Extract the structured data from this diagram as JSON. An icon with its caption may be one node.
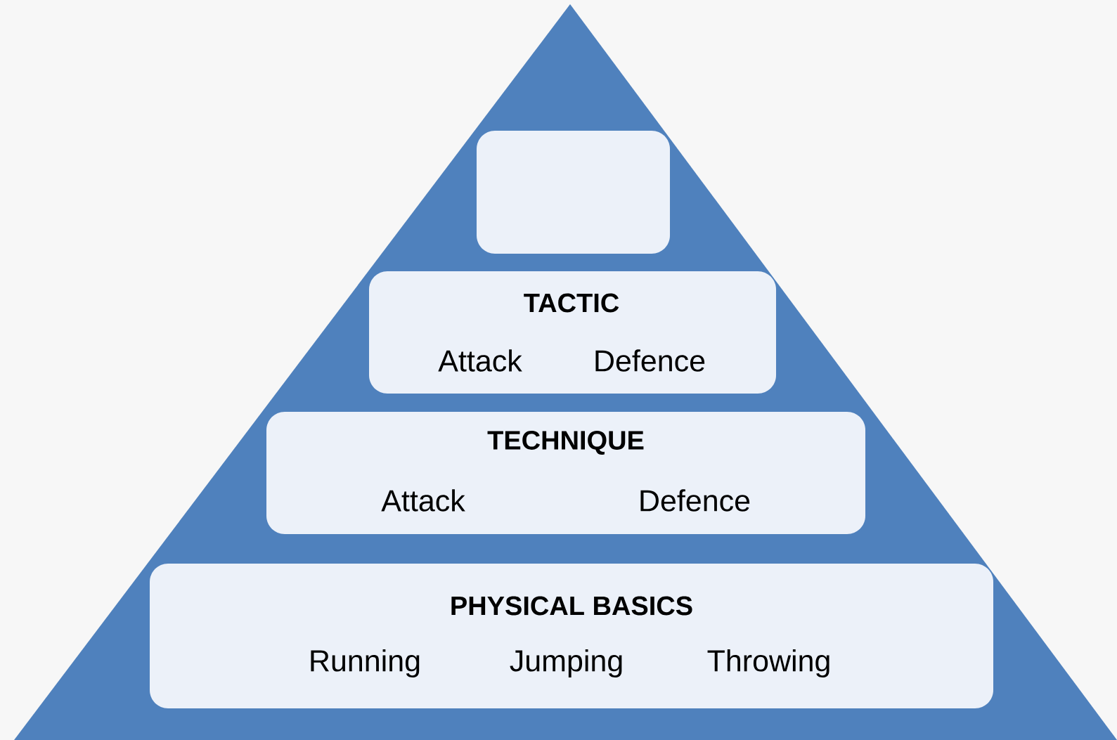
{
  "diagram": {
    "nodes": [
      {
        "text": [],
        "shape": "triangle"
      },
      {
        "text": [],
        "shape": "box",
        "in": 0
      },
      {
        "text": [
          "TACTIC",
          "Attack",
          "Defence"
        ],
        "in": 0
      },
      {
        "text": [
          "TECHNIQUE",
          "Attack",
          "Defence"
        ],
        "in": 0
      },
      {
        "text": [
          "PHYSICAL BASICS",
          "Running",
          "Jumping",
          "Throwing"
        ],
        "in": 0
      }
    ]
  }
}
